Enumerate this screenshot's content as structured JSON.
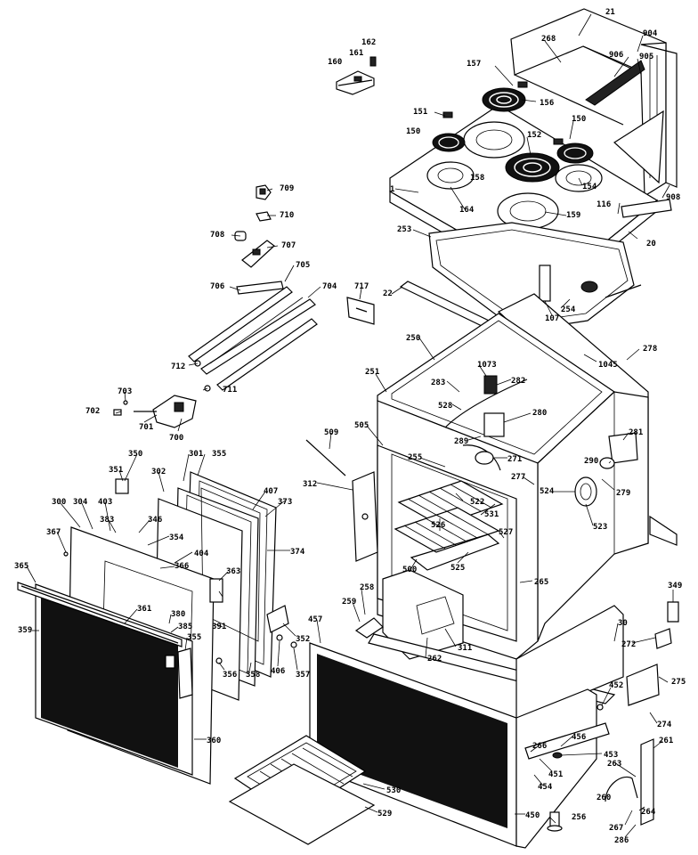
{
  "callouts": [
    {
      "id": "c21",
      "text": "21"
    },
    {
      "id": "c268",
      "text": "268"
    },
    {
      "id": "c904",
      "text": "904"
    },
    {
      "id": "c906",
      "text": "906"
    },
    {
      "id": "c905",
      "text": "905"
    },
    {
      "id": "c160",
      "text": "160"
    },
    {
      "id": "c161",
      "text": "161"
    },
    {
      "id": "c162",
      "text": "162"
    },
    {
      "id": "c157",
      "text": "157"
    },
    {
      "id": "c156",
      "text": "156"
    },
    {
      "id": "c151",
      "text": "151"
    },
    {
      "id": "c150a",
      "text": "150"
    },
    {
      "id": "c150b",
      "text": "150"
    },
    {
      "id": "c152",
      "text": "152"
    },
    {
      "id": "c158",
      "text": "158"
    },
    {
      "id": "c154",
      "text": "154"
    },
    {
      "id": "c1",
      "text": "1"
    },
    {
      "id": "c164",
      "text": "164"
    },
    {
      "id": "c159",
      "text": "159"
    },
    {
      "id": "c116",
      "text": "116"
    },
    {
      "id": "c908",
      "text": "908"
    },
    {
      "id": "c20",
      "text": "20"
    },
    {
      "id": "c253",
      "text": "253"
    },
    {
      "id": "c709",
      "text": "709"
    },
    {
      "id": "c710",
      "text": "710"
    },
    {
      "id": "c708",
      "text": "708"
    },
    {
      "id": "c707",
      "text": "707"
    },
    {
      "id": "c705",
      "text": "705"
    },
    {
      "id": "c706",
      "text": "706"
    },
    {
      "id": "c704",
      "text": "704"
    },
    {
      "id": "c717",
      "text": "717"
    },
    {
      "id": "c22",
      "text": "22"
    },
    {
      "id": "c107",
      "text": "107"
    },
    {
      "id": "c254",
      "text": "254"
    },
    {
      "id": "c250",
      "text": "250"
    },
    {
      "id": "c278",
      "text": "278"
    },
    {
      "id": "c1045",
      "text": "1045"
    },
    {
      "id": "c712",
      "text": "712"
    },
    {
      "id": "c711",
      "text": "711"
    },
    {
      "id": "c703",
      "text": "703"
    },
    {
      "id": "c702",
      "text": "702"
    },
    {
      "id": "c701",
      "text": "701"
    },
    {
      "id": "c700",
      "text": "700"
    },
    {
      "id": "c251",
      "text": "251"
    },
    {
      "id": "c283",
      "text": "283"
    },
    {
      "id": "c1073",
      "text": "1073"
    },
    {
      "id": "c282",
      "text": "282"
    },
    {
      "id": "c528",
      "text": "528"
    },
    {
      "id": "c280",
      "text": "280"
    },
    {
      "id": "c289",
      "text": "289"
    },
    {
      "id": "c271",
      "text": "271"
    },
    {
      "id": "c281",
      "text": "281"
    },
    {
      "id": "c290",
      "text": "290"
    },
    {
      "id": "c279",
      "text": "279"
    },
    {
      "id": "c509",
      "text": "509"
    },
    {
      "id": "c505",
      "text": "505"
    },
    {
      "id": "c255",
      "text": "255"
    },
    {
      "id": "c522",
      "text": "522"
    },
    {
      "id": "c277",
      "text": "277"
    },
    {
      "id": "c524",
      "text": "524"
    },
    {
      "id": "c523",
      "text": "523"
    },
    {
      "id": "c312",
      "text": "312"
    },
    {
      "id": "c531",
      "text": "531"
    },
    {
      "id": "c527",
      "text": "527"
    },
    {
      "id": "c350",
      "text": "350"
    },
    {
      "id": "c302",
      "text": "302"
    },
    {
      "id": "c301",
      "text": "301"
    },
    {
      "id": "c355a",
      "text": "355"
    },
    {
      "id": "c351",
      "text": "351"
    },
    {
      "id": "c407",
      "text": "407"
    },
    {
      "id": "c373",
      "text": "373"
    },
    {
      "id": "c300",
      "text": "300"
    },
    {
      "id": "c304",
      "text": "304"
    },
    {
      "id": "c403",
      "text": "403"
    },
    {
      "id": "c383",
      "text": "383"
    },
    {
      "id": "c346",
      "text": "346"
    },
    {
      "id": "c354",
      "text": "354"
    },
    {
      "id": "c404",
      "text": "404"
    },
    {
      "id": "c374",
      "text": "374"
    },
    {
      "id": "c367",
      "text": "367"
    },
    {
      "id": "c366",
      "text": "366"
    },
    {
      "id": "c365",
      "text": "365"
    },
    {
      "id": "c363",
      "text": "363"
    },
    {
      "id": "c391",
      "text": "391"
    },
    {
      "id": "c361",
      "text": "361"
    },
    {
      "id": "c380",
      "text": "380"
    },
    {
      "id": "c385",
      "text": "385"
    },
    {
      "id": "c355b",
      "text": "355"
    },
    {
      "id": "c356",
      "text": "356"
    },
    {
      "id": "c358",
      "text": "358"
    },
    {
      "id": "c406",
      "text": "406"
    },
    {
      "id": "c357",
      "text": "357"
    },
    {
      "id": "c352",
      "text": "352"
    },
    {
      "id": "c359",
      "text": "359"
    },
    {
      "id": "c360",
      "text": "360"
    },
    {
      "id": "c526",
      "text": "526"
    },
    {
      "id": "c500",
      "text": "500"
    },
    {
      "id": "c525",
      "text": "525"
    },
    {
      "id": "c265",
      "text": "265"
    },
    {
      "id": "c258",
      "text": "258"
    },
    {
      "id": "c259",
      "text": "259"
    },
    {
      "id": "c262",
      "text": "262"
    },
    {
      "id": "c311",
      "text": "311"
    },
    {
      "id": "c457",
      "text": "457"
    },
    {
      "id": "c30",
      "text": "30"
    },
    {
      "id": "c349",
      "text": "349"
    },
    {
      "id": "c272",
      "text": "272"
    },
    {
      "id": "c452",
      "text": "452"
    },
    {
      "id": "c275",
      "text": "275"
    },
    {
      "id": "c274",
      "text": "274"
    },
    {
      "id": "c261",
      "text": "261"
    },
    {
      "id": "c266",
      "text": "266"
    },
    {
      "id": "c456",
      "text": "456"
    },
    {
      "id": "c453",
      "text": "453"
    },
    {
      "id": "c451",
      "text": "451"
    },
    {
      "id": "c263",
      "text": "263"
    },
    {
      "id": "c454",
      "text": "454"
    },
    {
      "id": "c530",
      "text": "530"
    },
    {
      "id": "c529",
      "text": "529"
    },
    {
      "id": "c450",
      "text": "450"
    },
    {
      "id": "c256",
      "text": "256"
    },
    {
      "id": "c260",
      "text": "260"
    },
    {
      "id": "c264",
      "text": "264"
    },
    {
      "id": "c267",
      "text": "267"
    },
    {
      "id": "c286",
      "text": "286"
    }
  ]
}
